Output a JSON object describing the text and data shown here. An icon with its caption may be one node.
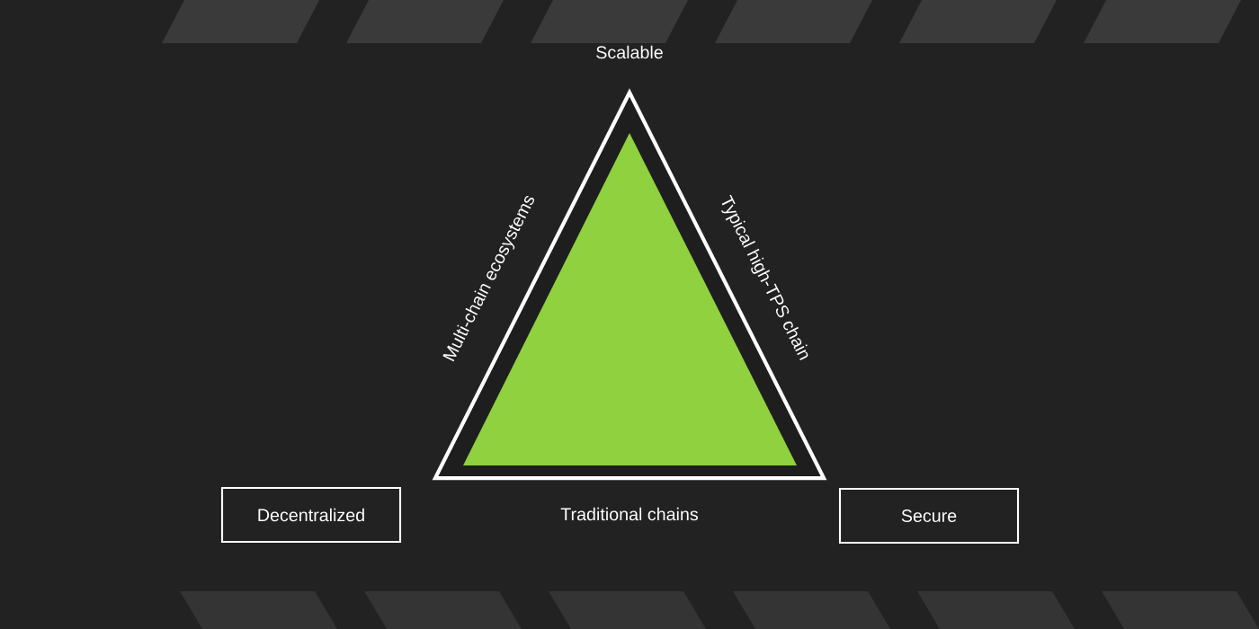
{
  "diagram": {
    "nodes": [
      {
        "text": [
          "Decentralized"
        ]
      },
      {
        "text": [
          "Secure"
        ]
      }
    ],
    "labels": [
      "Scalable",
      "Multi-chain ecosystems",
      "Typical high-TPS chain",
      "Traditional chains"
    ]
  }
}
